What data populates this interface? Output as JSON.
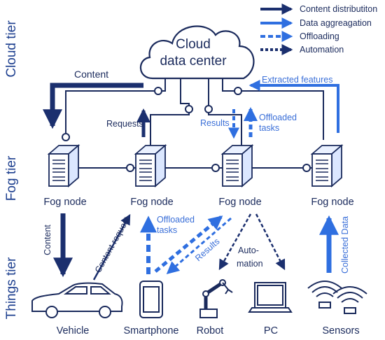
{
  "legend": {
    "content_distribution": "Content distributiton",
    "data_aggregation": "Data aggreagation",
    "offloading": "Offloading",
    "automation": "Automation"
  },
  "tiers": {
    "cloud": "Cloud tier",
    "fog": "Fog tier",
    "things": "Things tier"
  },
  "cloud": {
    "line1": "Cloud",
    "line2": "data center"
  },
  "fog_nodes": [
    "Fog node",
    "Fog node",
    "Fog node",
    "Fog node"
  ],
  "devices": [
    "Vehicle",
    "Smartphone",
    "Robot",
    "PC",
    "Sensors"
  ],
  "labels": {
    "content_top": "Content",
    "extracted_features": "Extracted features",
    "requests": "Requests",
    "results_top": "Results",
    "offloaded_tasks_top_1": "Offloaded",
    "offloaded_tasks_top_2": "tasks",
    "content_bottom": "Content",
    "content_request": "Content request",
    "offloaded_tasks_bottom_1": "Offloaded",
    "offloaded_tasks_bottom_2": "tasks",
    "results_bottom": "Results",
    "automation_1": "Auto-",
    "automation_2": "mation",
    "collected_data": "Collected Data"
  },
  "colors": {
    "dark_navy": "#1b2f6e",
    "blue": "#2f6fe0",
    "line": "#1a2a5c"
  }
}
